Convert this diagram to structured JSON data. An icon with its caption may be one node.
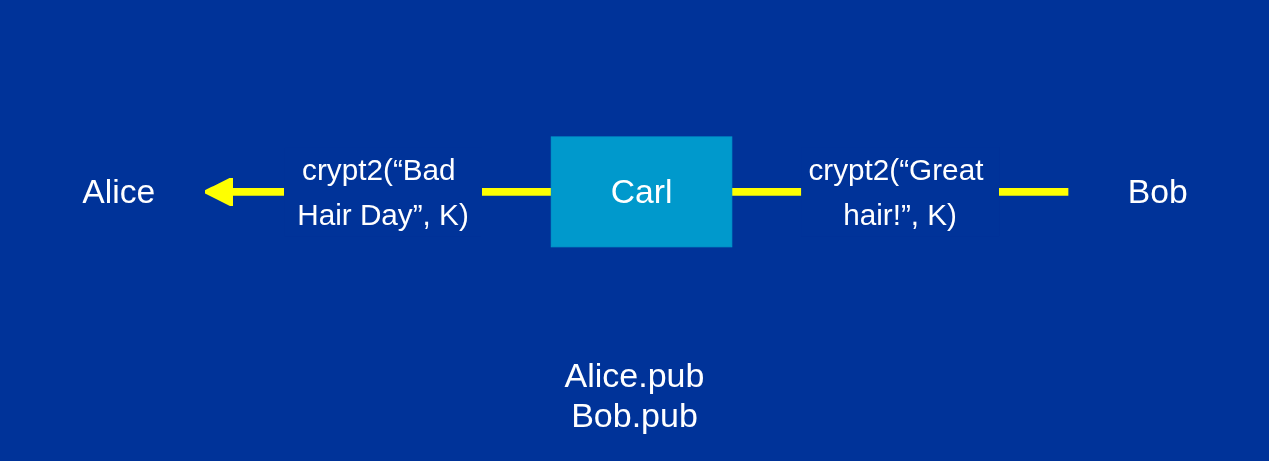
{
  "diagram": {
    "nodes": [
      {
        "text": [
          "Alice"
        ]
      },
      {
        "text": [
          "Carl"
        ],
        "beside": [
          "Alice.pub",
          "Bob.pub"
        ]
      },
      {
        "text": [
          "Bob"
        ]
      }
    ],
    "edges": [
      {
        "from": 1,
        "to": 0,
        "arrow": "to",
        "label": "crypt2(“Bad Hair Day”, K)"
      },
      {
        "from": 2,
        "to": 1,
        "arrow": "none",
        "label": "crypt2(“Great hair!”, K)"
      }
    ]
  }
}
